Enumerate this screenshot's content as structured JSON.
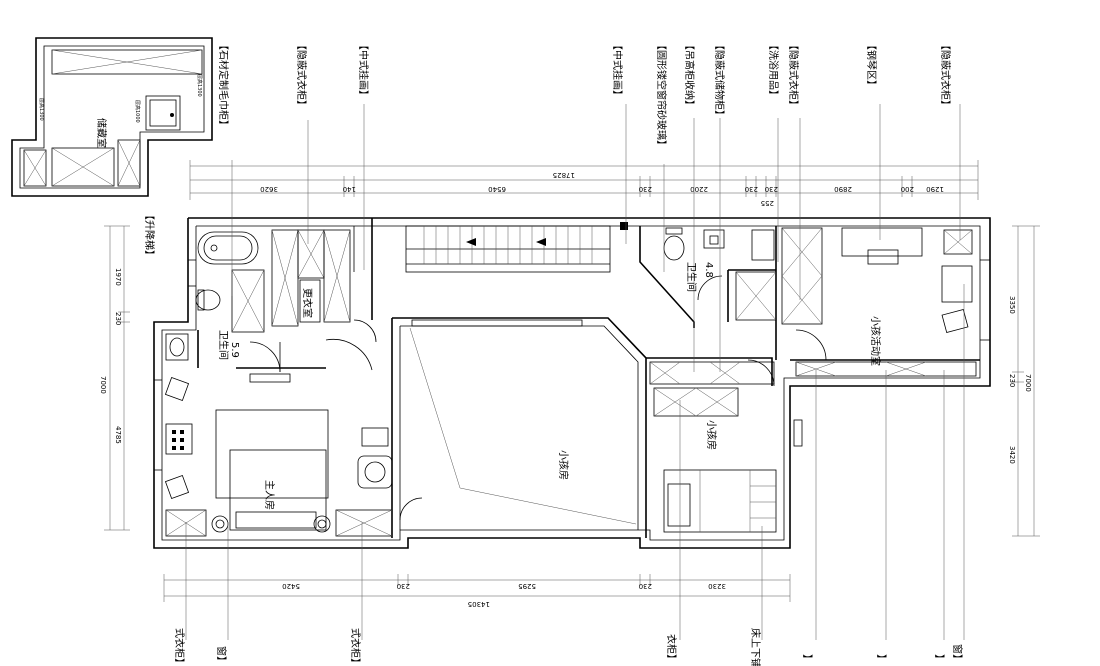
{
  "rooms": {
    "storage": "储藏室",
    "master_bed": "主人房",
    "child_room_large": "小孩房",
    "child_room_small": "小孩房",
    "kids_activity": "小孩活动室",
    "wardrobe": "更衣室",
    "bath_left": "卫生间",
    "bath_left_area": "5.9",
    "bath_right": "卫生间",
    "bath_right_area": "4.8"
  },
  "labels": {
    "stone_towel_cabinet": "【石材定制毛巾柜】",
    "hidden_wardrobe_1": "【隐蔽式衣柜】",
    "chinese_painting_1": "【中式挂画】",
    "chinese_painting_2": "【中式挂画】",
    "arch_partition": "【圆形镂空窗帘砂玻璃】",
    "ceiling_storage": "【吊高柜收纳】",
    "hidden_storage": "【隐蔽式储物柜】",
    "bath_supplies": "【洗浴用品】",
    "hidden_wardrobe_2": "【隐蔽式衣柜】",
    "piano_area": "【钢琴区】",
    "hidden_wardrobe_3": "【隐蔽式衣柜】",
    "lift_stair": "【升降梯】",
    "bottom_1": "式衣柜】",
    "bottom_2": "窗】",
    "bottom_3": "式衣柜】",
    "bottom_4": "衣柜】",
    "bottom_5": "床上下铺】",
    "bottom_6": "】",
    "bottom_7": "】",
    "bottom_8": "】",
    "bottom_9": "窗】"
  },
  "dims": {
    "top_total": "17825",
    "top": [
      "3620",
      "140",
      "6540",
      "230",
      "2200",
      "230",
      "230",
      "2890",
      "200",
      "1290"
    ],
    "top_sub": "255",
    "bottom_total": "14305",
    "bottom": [
      "5420",
      "230",
      "5295",
      "230",
      "3230"
    ],
    "left": [
      "1970",
      "230",
      "4785"
    ],
    "left_total": "7000",
    "right": [
      "3350",
      "230",
      "3420"
    ],
    "right_total": "7000",
    "storage_1": "层高1300",
    "storage_2": "层高1000",
    "storage_3": "层高1300"
  }
}
